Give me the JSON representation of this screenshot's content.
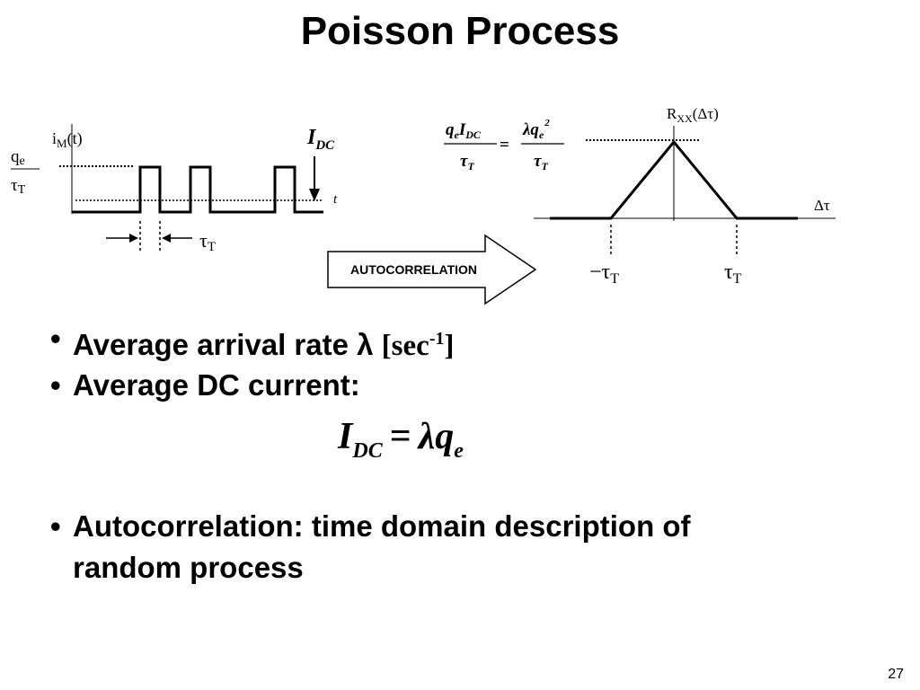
{
  "title": "Poisson Process",
  "figure": {
    "left_plot": {
      "y_axis_label": "iM(t)",
      "level_label_num": "qe",
      "level_label_den": "τT",
      "dc_label": "IDC",
      "time_label": "t",
      "width_label": "τT"
    },
    "arrow_label": "AUTOCORRELATION",
    "right_plot": {
      "y_axis_label": "RXX(Δτ)",
      "x_axis_label": "Δτ",
      "neg_tick": "−τT",
      "pos_tick": "τT",
      "peak_eq_lhs_num": "qeIDC",
      "peak_eq_lhs_den": "τT",
      "peak_eq_equals": "=",
      "peak_eq_rhs_num": "λqe2",
      "peak_eq_rhs_den": "τT"
    }
  },
  "bullets": [
    {
      "text": "Average arrival rate λ ",
      "unit": "[sec-1]"
    },
    {
      "text": "Average DC current:"
    },
    {
      "text_line1": "Autocorrelation: time domain description of",
      "text_line2": "random process"
    }
  ],
  "equation": {
    "lhs": "I",
    "lhs_sub": "DC",
    "op": "=",
    "rhs": "λq",
    "rhs_sub": "e"
  },
  "page_number": "27"
}
